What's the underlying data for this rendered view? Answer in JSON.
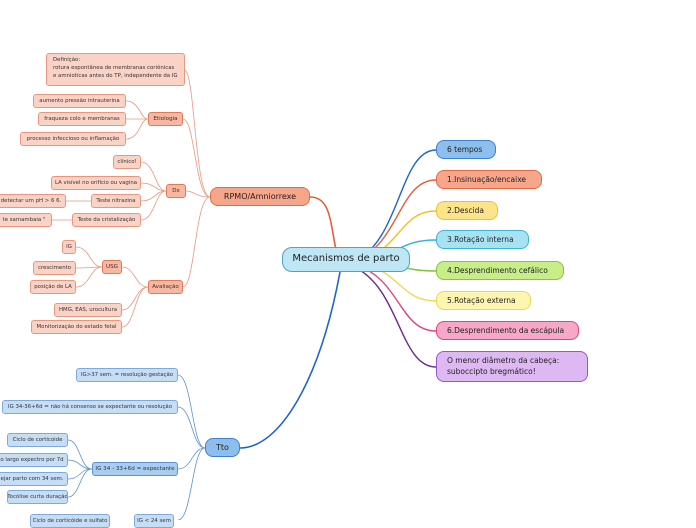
{
  "center": "Mecanismos de parto",
  "rpmo": {
    "label": "RPMO/Amniorrexe",
    "definicao": {
      "heading": "Definição:",
      "line1": "rotura espontânea de membranas coriônicas",
      "line2": "e amnioticas antes do TP, independente da IG"
    },
    "etiologia": {
      "label": "Etiologia",
      "items": [
        "aumento pressão intrauterina",
        "fraqueza colo e membranas",
        "processo infeccioso ou inflamação"
      ]
    },
    "dx": {
      "label": "Dx",
      "clinico": "clínico!",
      "la": "LA visível no orifício ou vagina",
      "nitrazina": "Teste nitrazina",
      "nitrazina_detail": "detectar um pH > 6 6.",
      "cristalizacao": "Teste da cristalização",
      "cristalizacao_detail": "te samambaia \""
    },
    "avaliacao": {
      "label": "Avaliação",
      "usg": "USG",
      "usg_items": [
        "IG",
        "crescimento",
        "posição de LA"
      ],
      "hmg": "HMG, EAS, urocultura",
      "monitor": "Monitorização do estado fetal"
    }
  },
  "tto": {
    "label": "Tto",
    "ig37": "IG>37 sem. = resolução gestação",
    "ig34_36": "IG 34-36+6d = não há consenso se expectante ou resolução",
    "ig34_33": "IG 34 - 33+6d = expectante",
    "ig34_33_items": [
      "Ciclo de corticoide",
      "o largo expectro por 7d",
      "ejar parto com 34 sem.",
      "Tocólise curta duração"
    ],
    "bottom_partial_left": "Ciclo de corticóide e sulfato",
    "bottom_partial_right": "IG < 24 sem"
  },
  "right_branches": [
    {
      "label": "6 tempos",
      "color": "#8ebeec",
      "border": "#3d7fd0"
    },
    {
      "label": "1.Insinuação/encaixe",
      "color": "#f7a68c",
      "border": "#e06a45"
    },
    {
      "label": "2.Descida",
      "color": "#fde48a",
      "border": "#e6c23a"
    },
    {
      "label": "3.Rotação interna",
      "color": "#a8e2f2",
      "border": "#3fb3d6"
    },
    {
      "label": "4.Desprendimento cefálico",
      "color": "#c8ee8a",
      "border": "#88c43a"
    },
    {
      "label": "5.Rotação externa",
      "color": "#fdf5b0",
      "border": "#e8d75a"
    },
    {
      "label": "6.Desprendimento da escápula",
      "color": "#f7a8c8",
      "border": "#e0457e"
    },
    {
      "label": "O menor diâmetro da cabeça: suboccipto bregmático!",
      "color": "#ddb8f2",
      "border": "#9a57c4"
    }
  ],
  "colors": {
    "red_line": "#e2603c",
    "blue_line": "#1f65c8",
    "orange_line": "#f08a5d",
    "yellow_line": "#f2c21c",
    "cyan_line": "#2fb3d8",
    "green_line": "#7cc23a",
    "lightyellow_line": "#eed75a",
    "pink_line": "#e0457e",
    "purple_line": "#6a2b8a"
  }
}
